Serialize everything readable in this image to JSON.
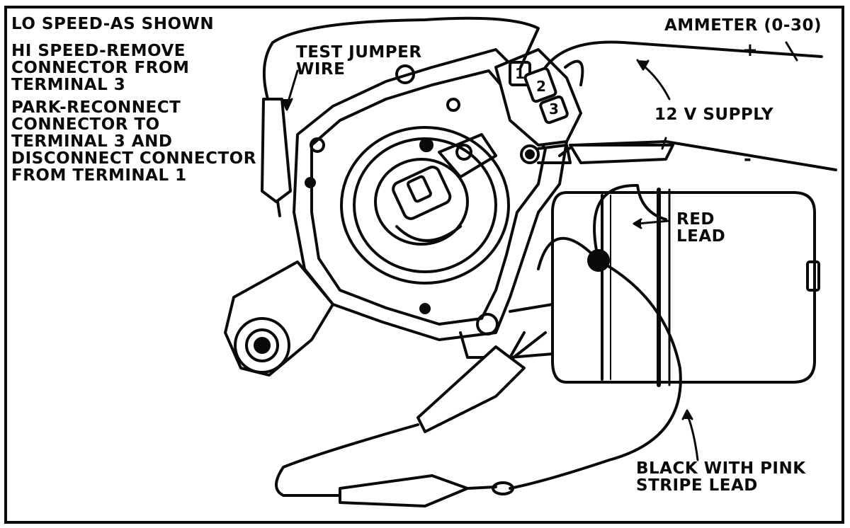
{
  "notes": {
    "lo_speed": "LO SPEED-AS SHOWN",
    "hi_speed": [
      "HI SPEED-REMOVE",
      "CONNECTOR FROM",
      "TERMINAL 3"
    ],
    "park": [
      "PARK-RECONNECT",
      "CONNECTOR TO",
      "TERMINAL 3 AND",
      "DISCONNECT CONNECTOR",
      "FROM TERMINAL 1"
    ]
  },
  "callouts": {
    "test_jumper": [
      "TEST JUMPER",
      "WIRE"
    ],
    "ammeter": "AMMETER (0-30)",
    "supply": "12 V SUPPLY",
    "red_lead": [
      "RED",
      "LEAD"
    ],
    "black_lead": [
      "BLACK WITH PINK",
      "STRIPE LEAD"
    ]
  },
  "terminals": [
    "1",
    "2",
    "3"
  ],
  "polarity": {
    "positive": "+",
    "negative": "-"
  },
  "colors": {
    "ink": "#0a0a0a",
    "paper": "#ffffff",
    "shade": "#d9d9d9"
  }
}
